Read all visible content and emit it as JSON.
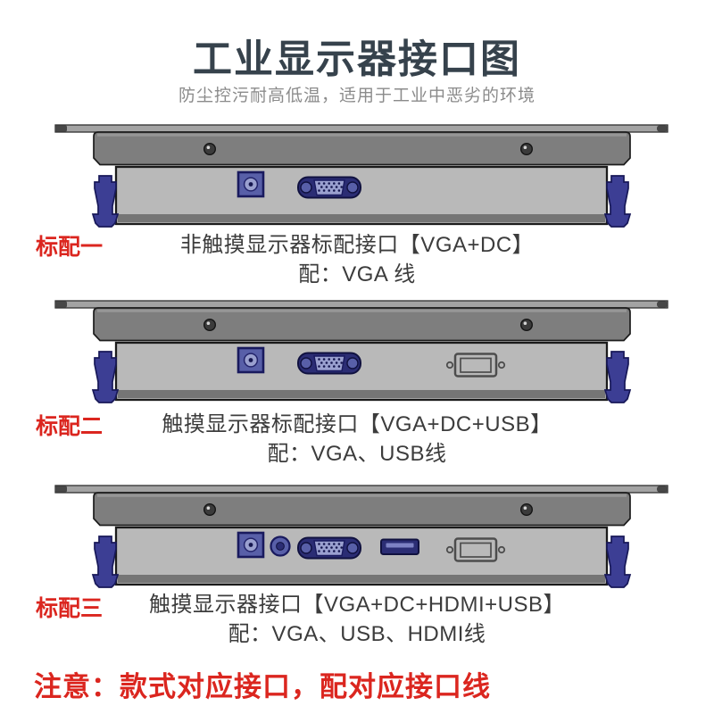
{
  "page": {
    "title": "工业显示器接口图",
    "subtitle": "防尘控污耐高低温，适用于工业中恶劣的环境",
    "note": "注意：款式对应接口，配对应接口线"
  },
  "colors": {
    "title_text": "#36424c",
    "subtitle_text": "#8b8b8b",
    "accent_red": "#db261f",
    "caption_text": "#3c3c3c",
    "frame_gray": "#7e7e7e",
    "frame_highlight": "#9a9a9a",
    "bezel_bar_gray": "#a3a3a3",
    "bezel_cap_dark": "#474747",
    "body_gray": "#b9b9b9",
    "body_shadow": "#757575",
    "panel_edge": "#1b1b1b",
    "clip_blue": "#3c3e94",
    "clip_edge": "#171858",
    "port_blue_light": "#585fa8",
    "port_blue_dark": "#2b2d74",
    "port_navy_edge": "#10113f",
    "port_pin_panel": "#9aa0cf",
    "outline_port_gray": "#4d4d4d"
  },
  "sections": [
    {
      "label": "标配一",
      "caption": "非触摸显示器标配接口【VGA+DC】",
      "cable": "配：VGA 线",
      "ports": [
        "dc-power",
        "vga"
      ]
    },
    {
      "label": "标配二",
      "caption": "触摸显示器标配接口【VGA+DC+USB】",
      "cable": "配：VGA、USB线",
      "ports": [
        "dc-power",
        "vga",
        "usb-touch"
      ]
    },
    {
      "label": "标配三",
      "caption": "触摸显示器接口【VGA+DC+HDMI+USB】",
      "cable": "配：VGA、USB、HDMI线",
      "ports": [
        "dc-power",
        "round-jack",
        "vga",
        "hdmi",
        "usb-touch"
      ]
    }
  ]
}
